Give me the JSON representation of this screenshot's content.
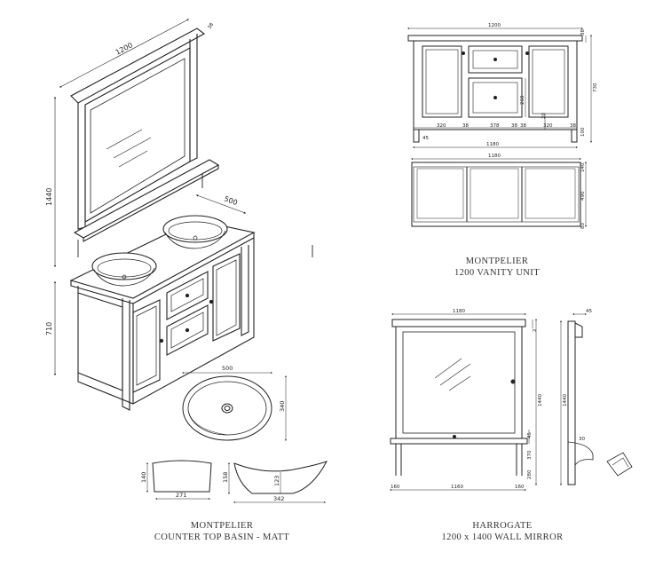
{
  "captions": {
    "vanity": {
      "line1": "MONTPELIER",
      "line2": "1200 VANITY UNIT"
    },
    "basin": {
      "line1": "MONTPELIER",
      "line2": "COUNTER TOP BASIN - MATT"
    },
    "mirror": {
      "line1": "HARROGATE",
      "line2": "1200 x 1400 WALL MIRROR"
    }
  },
  "iso_dims": {
    "width": "1200",
    "height": "1440",
    "base_height": "710",
    "depth": "500",
    "top_small": "38"
  },
  "vanity_front_dims": {
    "overall": "1200",
    "inner": "1180",
    "height": "730",
    "top_thick": "38",
    "drawer_h": "260",
    "bottom_h": "100",
    "leg": "20",
    "door_left": "320",
    "drawer_w": "378",
    "door_right": "320",
    "gap_a": "38",
    "gap_b": "38",
    "gap_c": "38",
    "gap_d": "38",
    "left_inset": "45"
  },
  "vanity_back_dims": {
    "width": "1180",
    "top": "140",
    "mid": "490",
    "bottom": "80"
  },
  "basin_dims": {
    "top_w": "500",
    "top_d": "340",
    "side_h": "140",
    "side_w": "271",
    "front_h": "158",
    "front_mid": "123",
    "front_w": "342"
  },
  "mirror_dims": {
    "top_w": "1180",
    "total_h": "1440",
    "side_h": "1440",
    "right_a": "2",
    "right_b": "45",
    "low_a": "370",
    "low_b": "280",
    "bottom_left": "160",
    "bottom_w": "1160",
    "bottom_right": "160",
    "shelf": "30",
    "side_top": "45"
  }
}
